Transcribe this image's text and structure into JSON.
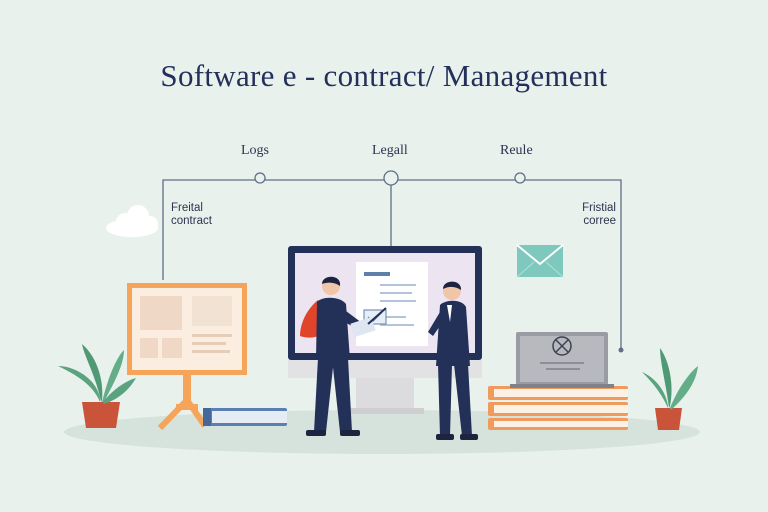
{
  "title": "Software e - contract/ Management",
  "nodes": {
    "left": "Logs",
    "center": "Legall",
    "right": "Reule"
  },
  "side_labels": {
    "left_line1": "Freital",
    "left_line2": "contract",
    "right_line1": "Fristial",
    "right_line2": "corree"
  },
  "colors": {
    "background": "#e9f1ec",
    "navy": "#23305a",
    "accent_orange": "#f6a45a",
    "accent_red": "#e0452c",
    "plant_green": "#5aa37e",
    "pot": "#c9543a",
    "envelope_teal": "#7ec8bd"
  }
}
